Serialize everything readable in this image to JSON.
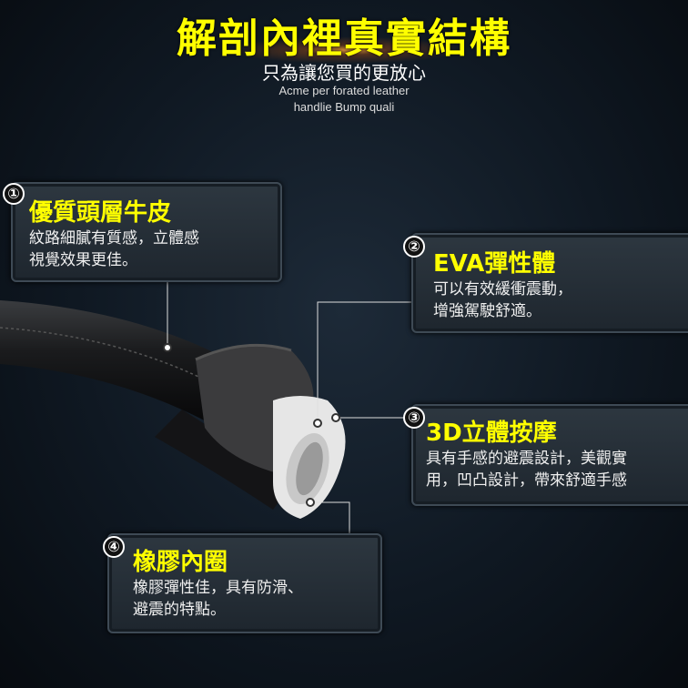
{
  "header": {
    "title": "解剖內裡真實結構",
    "subtitle": "只為讓您買的更放心",
    "english_line1": "Acme per forated leather",
    "english_line2": "handlie Bump quali"
  },
  "callouts": [
    {
      "number": "①",
      "title": "優質頭層牛皮",
      "lines": [
        "紋路細膩有質感，立體感",
        "視覺效果更佳。"
      ]
    },
    {
      "number": "②",
      "title": "EVA彈性體",
      "lines": [
        "可以有效緩衝震動，",
        "增強駕駛舒適。"
      ]
    },
    {
      "number": "③",
      "title": "3D立體按摩",
      "lines": [
        "具有手感的避震設計，美觀實",
        "用，凹凸設計，帶來舒適手感"
      ]
    },
    {
      "number": "④",
      "title": "橡膠內圈",
      "lines": [
        "橡膠彈性佳，具有防滑、",
        "避震的特點。"
      ]
    }
  ],
  "colors": {
    "accent": "#ffff00",
    "background": "#0f1822"
  }
}
